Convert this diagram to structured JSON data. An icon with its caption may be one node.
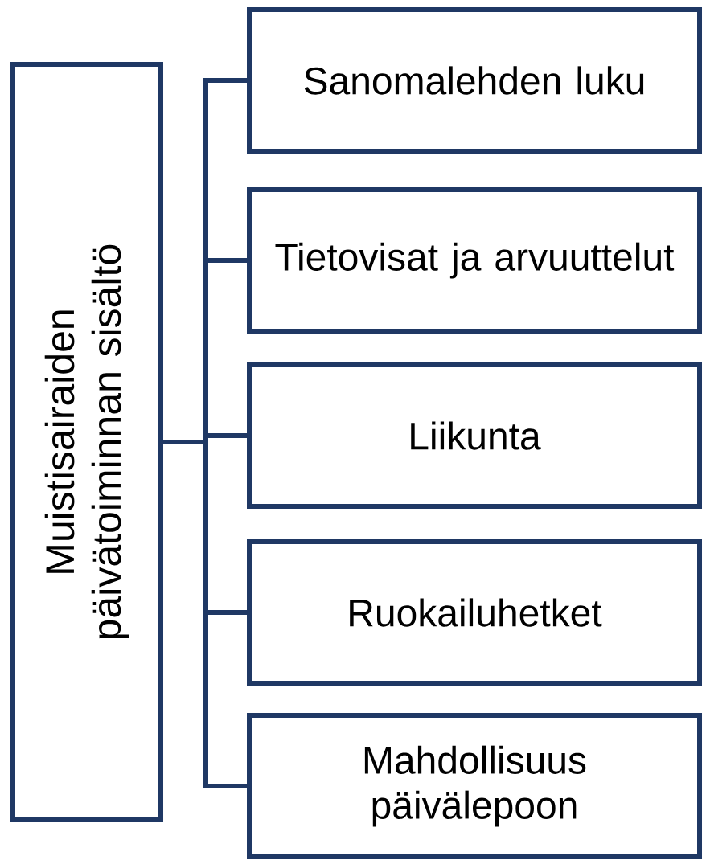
{
  "diagram": {
    "nodes": [
      {
        "text": [
          "Muistisairaiden päivätoiminnan sisältö"
        ]
      },
      {
        "text": [
          "Sanomalehden luku"
        ]
      },
      {
        "text": [
          "Tietovisat ja arvuuttelut"
        ]
      },
      {
        "text": [
          "Liikunta"
        ]
      },
      {
        "text": [
          "Ruokailuhetket"
        ]
      },
      {
        "text": [
          "Mahdollisuus päivälepoon"
        ]
      }
    ],
    "edges": [
      {
        "from": 0,
        "to": 1,
        "arrow": "none"
      },
      {
        "from": 0,
        "to": 2,
        "arrow": "none"
      },
      {
        "from": 0,
        "to": 3,
        "arrow": "none"
      },
      {
        "from": 0,
        "to": 4,
        "arrow": "none"
      },
      {
        "from": 0,
        "to": 5,
        "arrow": "none"
      }
    ]
  }
}
